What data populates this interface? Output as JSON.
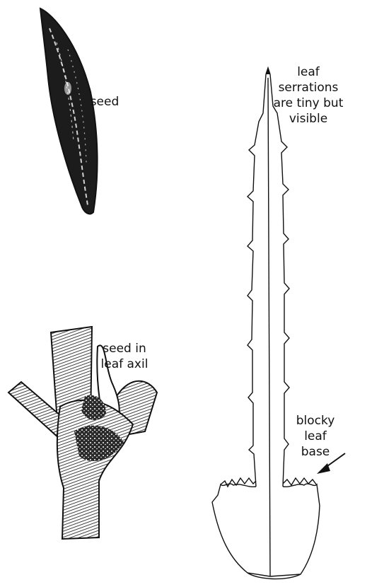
{
  "labels": {
    "seed": "seed",
    "seed_axil": [
      "seed in",
      "leaf axil"
    ],
    "serrations": [
      "leaf",
      "serrations",
      "are tiny but",
      "visible"
    ],
    "blocky_base": [
      "blocky",
      "leaf",
      "base"
    ]
  },
  "colors": {
    "ink": "#111111",
    "background": "#ffffff"
  }
}
